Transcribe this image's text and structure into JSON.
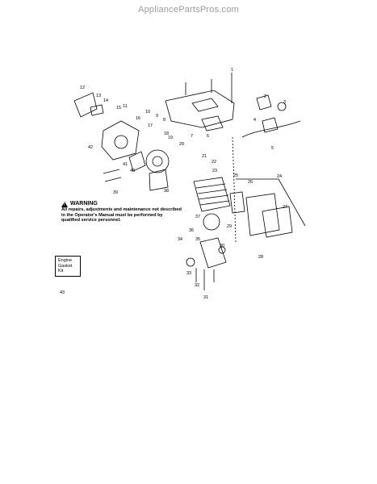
{
  "site": {
    "watermark": "AppliancePartsPros.com"
  },
  "warning": {
    "title": "WARNING",
    "body": "All repairs, adjustments and maintenance not described in the Operator's Manual must be performed by qualified service personnel."
  },
  "kit": {
    "label_line1": "Engine",
    "label_line2": "Gasket",
    "label_line3": "Kit",
    "ref": "43"
  },
  "callouts": [
    "1",
    "2",
    "3",
    "4",
    "5",
    "6",
    "7",
    "8",
    "9",
    "10",
    "11",
    "12",
    "13",
    "14",
    "15",
    "16",
    "17",
    "18",
    "19",
    "20",
    "21",
    "22",
    "23",
    "24",
    "25",
    "26",
    "27",
    "28",
    "29",
    "30",
    "31",
    "32",
    "33",
    "34",
    "35",
    "36",
    "37",
    "38",
    "39",
    "40",
    "41",
    "42"
  ]
}
